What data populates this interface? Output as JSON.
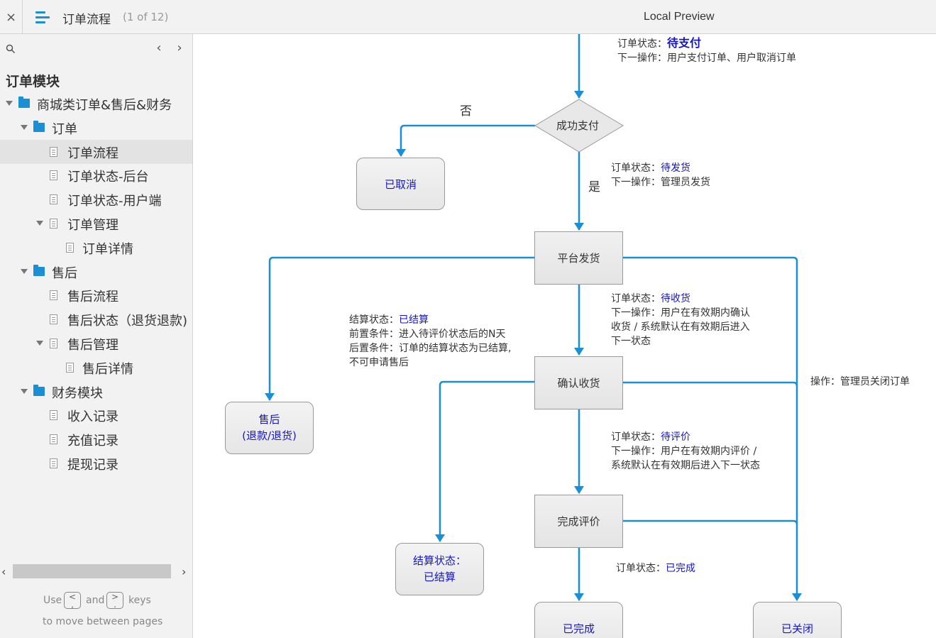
{
  "topbar": {
    "close": "×",
    "page_title": "订单流程",
    "page_count": "(1 of 12)",
    "preview_title": "Local Preview"
  },
  "sidebar": {
    "module_title": "订单模块",
    "tree": [
      {
        "label": "商城类订单&售后&财务",
        "type": "folder",
        "level": 0,
        "expanded": true
      },
      {
        "label": "订单",
        "type": "folder",
        "level": 1,
        "expanded": true
      },
      {
        "label": "订单流程",
        "type": "page",
        "level": 2,
        "active": true
      },
      {
        "label": "订单状态-后台",
        "type": "page",
        "level": 2
      },
      {
        "label": "订单状态-用户端",
        "type": "page",
        "level": 2
      },
      {
        "label": "订单管理",
        "type": "page",
        "level": 2,
        "expanded": true
      },
      {
        "label": "订单详情",
        "type": "page",
        "level": 3
      },
      {
        "label": "售后",
        "type": "folder",
        "level": 1,
        "expanded": true
      },
      {
        "label": "售后流程",
        "type": "page",
        "level": 2
      },
      {
        "label": "售后状态（退货退款)",
        "type": "page",
        "level": 2
      },
      {
        "label": "售后管理",
        "type": "page",
        "level": 2,
        "expanded": true
      },
      {
        "label": "售后详情",
        "type": "page",
        "level": 3
      },
      {
        "label": "财务模块",
        "type": "folder",
        "level": 1,
        "expanded": true
      },
      {
        "label": "收入记录",
        "type": "page",
        "level": 2
      },
      {
        "label": "充值记录",
        "type": "page",
        "level": 2
      },
      {
        "label": "提现记录",
        "type": "page",
        "level": 2
      }
    ],
    "hint": {
      "use": "Use",
      "and": "and",
      "keys": "keys",
      "line2": "to move between pages",
      "prev_key": "<\n,",
      "next_key": ">\n."
    }
  },
  "flow": {
    "ann_top": {
      "l1": "订单状态：",
      "l1_hl": "待支付",
      "l2": "下一操作：用户支付订单、用户取消订单"
    },
    "no_label": "否",
    "yes_label": "是",
    "decision": "成功支付",
    "cancelled": "已取消",
    "ann_ship": {
      "l1": "订单状态：",
      "l1_hl": "待发货",
      "l2": "下一操作：管理员发货"
    },
    "ship": "平台发货",
    "ann_receive": {
      "l1": "订单状态：",
      "l1_hl": "待收货",
      "l2": "下一操作：用户在有效期内确认",
      "l3": "收货 / 系统默认在有效期后进入",
      "l4": "下一状态"
    },
    "ann_settle": {
      "l1": "结算状态：",
      "l1_hl": "已结算",
      "l2": "前置条件：进入待评价状态后的N天",
      "l3": "后置条件：订单的结算状态为已结算,",
      "l4": "不可申请售后"
    },
    "aftersale_l1": "售后",
    "aftersale_l2": "(退款/退货)",
    "confirm": "确认收货",
    "ann_close": "操作：管理员关闭订单",
    "ann_review": {
      "l1": "订单状态：",
      "l1_hl": "待评价",
      "l2": "下一操作：用户在有效期内评价 /",
      "l3": "系统默认在有效期后进入下一状态"
    },
    "review": "完成评价",
    "settled_l1": "结算状态：",
    "settled_l2": "已结算",
    "ann_done": {
      "l1": "订单状态：",
      "l1_hl": "已完成"
    },
    "done": "已完成",
    "closed": "已关闭"
  },
  "colors": {
    "connector": "#1a8fd6",
    "accent_text": "#1515c8"
  }
}
